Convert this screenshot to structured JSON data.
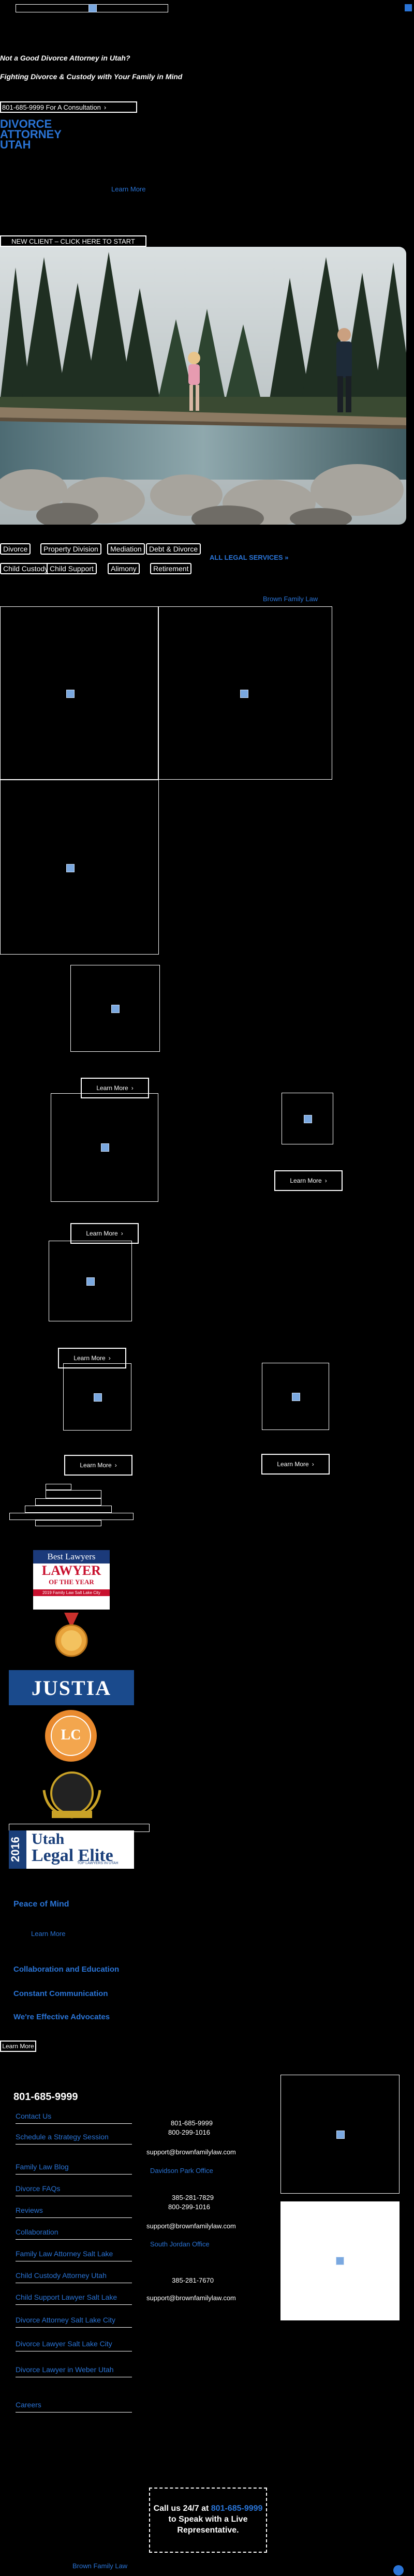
{
  "header": {
    "tagline1": "Not a Good Divorce Attorney in Utah?",
    "tagline2": "Fighting Divorce & Custody with Your Family in Mind",
    "phone_cta": "801-685-9999 For A Consultation",
    "logo_lines": [
      "DIVORCE",
      "ATTORNEY",
      "UTAH"
    ],
    "top_link": "Learn More"
  },
  "hero": {
    "cta": "NEW CLIENT – CLICK HERE TO START",
    "photo_alt": "Father and daughter crossing a log over a mountain stream"
  },
  "services": {
    "tags_row1": [
      "Divorce",
      "Property Division",
      "Mediation",
      "Debt & Divorce"
    ],
    "tags_row2": [
      "Child Custody",
      "Child Support",
      "Alimony",
      "Retirement"
    ],
    "all_link": "ALL LEGAL SERVICES »",
    "firm_link": "Brown Family Law"
  },
  "learn_more": "Learn More",
  "values": {
    "peace": "Peace of Mind",
    "peace_sub": "Learn More",
    "collab": "Collaboration and Education",
    "comm": "Constant Communication",
    "effective": "We're Effective Advocates",
    "learn": "Learn More"
  },
  "badges": {
    "best_lawyers": {
      "line1": "Best Lawyers",
      "line2": "LAWYER",
      "line3": "OF THE YEAR",
      "line4": "2019 Family Law Salt Lake City"
    },
    "justia": "JUSTIA",
    "lc": "LC",
    "legal_elite": {
      "year": "2016",
      "title": "Utah",
      "subtitle": "Legal Elite",
      "small": "TOP LAWYERS IN UTAH"
    }
  },
  "footer": {
    "phone_heading": "801-685-9999",
    "menu": [
      "Contact Us",
      "Schedule a Strategy Session",
      "Family Law Blog",
      "Divorce FAQs",
      "Reviews",
      "Collaboration",
      "Family Law Attorney Salt Lake",
      "Child Custody Attorney Utah",
      "Child Support Lawyer Salt Lake",
      "Divorce Attorney Salt Lake City",
      "Divorce Lawyer Salt Lake City",
      "Divorce Lawyer in Weber Utah",
      "Careers"
    ],
    "office1": {
      "phone": "801-685-9999",
      "fax": "800-299-1016",
      "email": "support@brownfamilylaw.com"
    },
    "office1_link": "Davidson Park Office",
    "office2": {
      "phone": "385-281-7829",
      "fax": "800-299-1016",
      "email": "support@brownfamilylaw.com"
    },
    "office2_link": "South Jordan Office",
    "office3": {
      "phone": "385-281-7670",
      "email": "support@brownfamilylaw.com"
    },
    "call_box": {
      "line1": "Call us 24/7 at",
      "phone": "801-685-9999",
      "line2": "to Speak with a Live Representative."
    },
    "bottom_link": "Brown Family Law"
  },
  "colors": {
    "accent": "#2a74d6",
    "background": "#000000"
  }
}
